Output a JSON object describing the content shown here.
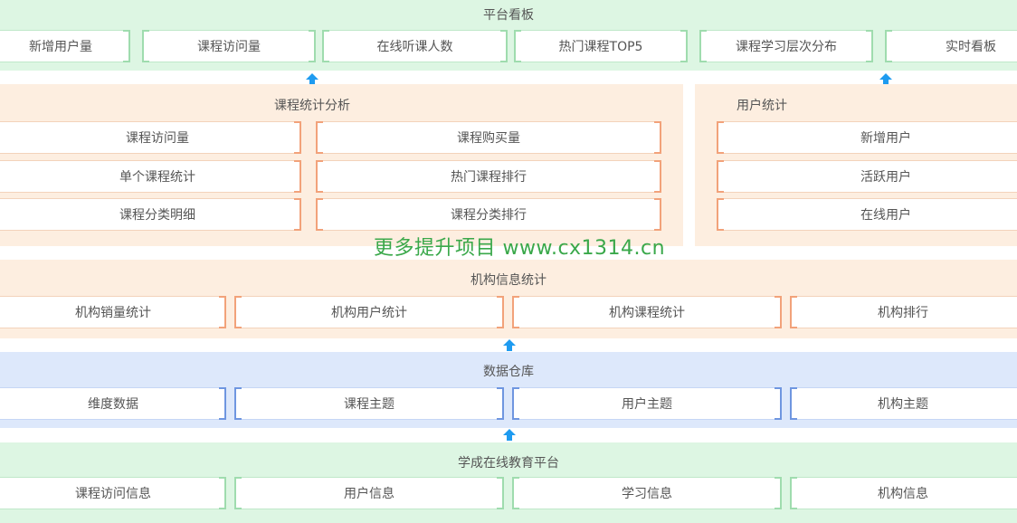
{
  "top": {
    "title": "平台看板",
    "items": [
      "新增用户量",
      "课程访问量",
      "在线听课人数",
      "热门课程TOP5",
      "课程学习层次分布",
      "实时看板"
    ]
  },
  "course_stats": {
    "title": "课程统计分析",
    "left": [
      "课程访问量",
      "单个课程统计",
      "课程分类明细"
    ],
    "right": [
      "课程购买量",
      "热门课程排行",
      "课程分类排行"
    ]
  },
  "user_stats": {
    "title": "用户统计",
    "items": [
      "新增用户",
      "活跃用户",
      "在线用户"
    ]
  },
  "watermark": "更多提升项目 www.cx1314.cn",
  "org_stats": {
    "title": "机构信息统计",
    "items": [
      "机构销量统计",
      "机构用户统计",
      "机构课程统计",
      "机构排行"
    ]
  },
  "warehouse": {
    "title": "数据仓库",
    "items": [
      "维度数据",
      "课程主题",
      "用户主题",
      "机构主题"
    ]
  },
  "platform": {
    "title": "学成在线教育平台",
    "items": [
      "课程访问信息",
      "用户信息",
      "学习信息",
      "机构信息"
    ]
  }
}
